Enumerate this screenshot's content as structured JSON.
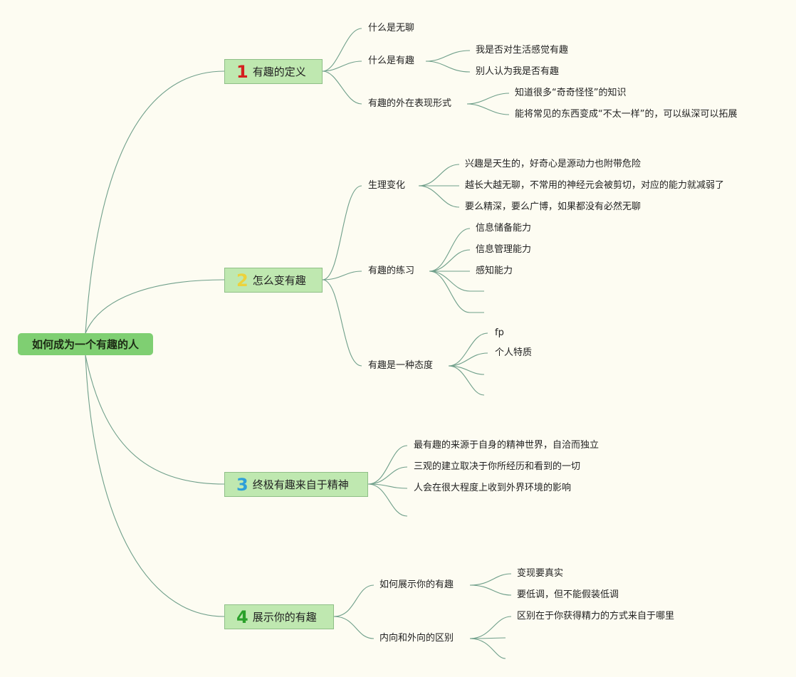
{
  "root": {
    "label": "如何成为一个有趣的人"
  },
  "branches": [
    {
      "number": "1",
      "number_color": "#d42020",
      "label": "有趣的定义",
      "children": [
        {
          "label": "什么是无聊"
        },
        {
          "label": "什么是有趣",
          "children": [
            "我是否对生活感觉有趣",
            "别人认为我是否有趣"
          ]
        },
        {
          "label": "有趣的外在表现形式",
          "children": [
            "知道很多“奇奇怪怪”的知识",
            "能将常见的东西变成“不太一样”的，可以纵深可以拓展"
          ]
        }
      ]
    },
    {
      "number": "2",
      "number_color": "#ecd23c",
      "label": "怎么变有趣",
      "children": [
        {
          "label": "生理变化",
          "children": [
            "兴趣是天生的，好奇心是源动力也附带危险",
            "越长大越无聊，不常用的神经元会被剪切，对应的能力就减弱了",
            "要么精深，要么广博，如果都没有必然无聊"
          ]
        },
        {
          "label": "有趣的练习",
          "children": [
            "信息储备能力",
            "信息管理能力",
            "感知能力",
            "",
            ""
          ]
        },
        {
          "label": "有趣是一种态度",
          "children": [
            "fp",
            "个人特质",
            "",
            ""
          ]
        }
      ]
    },
    {
      "number": "3",
      "number_color": "#2f9fd8",
      "label": "终极有趣来自于精神",
      "children": [
        {
          "label": "最有趣的来源于自身的精神世界，自洽而独立"
        },
        {
          "label": "三观的建立取决于你所经历和看到的一切"
        },
        {
          "label": "人会在很大程度上收到外界环境的影响"
        },
        {
          "label": ""
        }
      ]
    },
    {
      "number": "4",
      "number_color": "#2aa02a",
      "label": "展示你的有趣",
      "children": [
        {
          "label": "如何展示你的有趣",
          "children": [
            "变现要真实",
            "要低调，但不能假装低调"
          ]
        },
        {
          "label": "内向和外向的区别",
          "children": [
            "区别在于你获得精力的方式来自于哪里",
            "",
            ""
          ]
        }
      ]
    }
  ]
}
